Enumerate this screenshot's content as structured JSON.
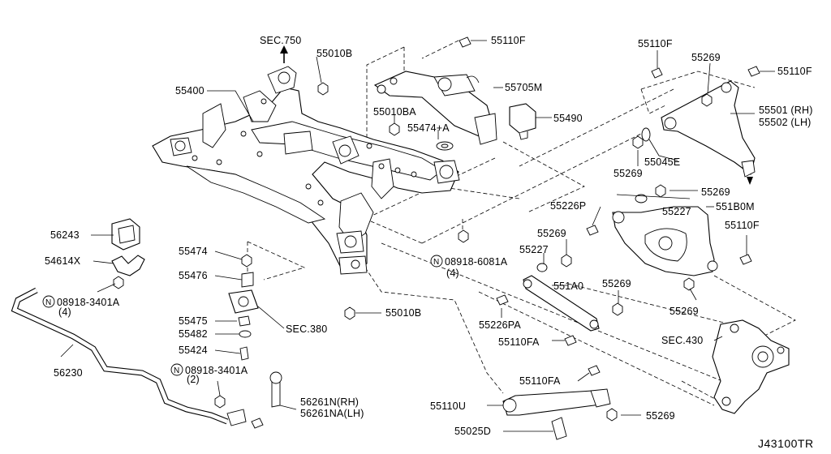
{
  "diagram": {
    "drawing_code": "J43100TR",
    "labels": {
      "sec750": "SEC.750",
      "p55010B_top": "55010B",
      "p55400": "55400",
      "p55110F_top": "55110F",
      "p55705M": "55705M",
      "p55010BA": "55010BA",
      "p55474A": "55474+A",
      "p55490": "55490",
      "p55110F_right_top": "55110F",
      "p55269_top": "55269",
      "p55110F_right": "55110F",
      "p55501": "55501 (RH)",
      "p55502": "55502 (LH)",
      "p55045E": "55045E",
      "p55269_mid": "55269",
      "p55226P": "55226P",
      "p55227_a": "55227",
      "p55269_b": "55269",
      "p551B0M": "551B0M",
      "p55110F_c": "55110F",
      "p55269_c": "55269",
      "p55227_b": "55227",
      "n08918_6081A": "08918-6081A",
      "n08918_6081A_qty": "(4)",
      "p551A0": "551A0",
      "p55269_d": "55269",
      "p55226PA": "55226PA",
      "p55269_e": "55269",
      "p55110FA_a": "55110FA",
      "sec430": "SEC.430",
      "p56243": "56243",
      "p54614X": "54614X",
      "n08918_3401A_a": "08918-3401A",
      "n08918_3401A_a_qty": "(4)",
      "p55474": "55474",
      "p55476": "55476",
      "p55475": "55475",
      "sec380": "SEC.380",
      "p55482": "55482",
      "p55424": "55424",
      "p55010B_bottom": "55010B",
      "p56230": "56230",
      "n08918_3401A_b": "08918-3401A",
      "n08918_3401A_b_qty": "(2)",
      "p56261N": "56261N(RH)",
      "p56261NA": "56261NA(LH)",
      "p55110FA_b": "55110FA",
      "p55110U": "55110U",
      "p55025D": "55025D",
      "p55269_f": "55269"
    },
    "n_marker": "N"
  }
}
